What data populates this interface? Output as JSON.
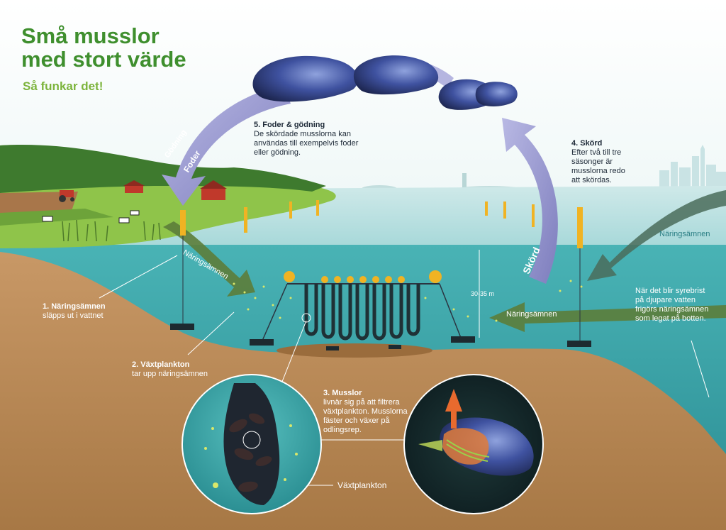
{
  "title_line1": "Små musslor",
  "title_line2": "med stort värde",
  "subtitle": "Så funkar det!",
  "steps": {
    "s1": {
      "heading": "1. Näringsämnen",
      "text": "släpps ut i vattnet"
    },
    "s2": {
      "heading": "2. Växtplankton",
      "text": "tar upp näringsämnen"
    },
    "s3": {
      "heading": "3. Musslor",
      "line1": "livnär sig på att filtrera",
      "line2": "växtplankton. Musslorna",
      "line3": "fäster och växer på",
      "line4": "odlingsrep."
    },
    "s4": {
      "heading": "4. Skörd",
      "line1": "Efter två till tre",
      "line2": "säsonger är",
      "line3": "musslorna redo",
      "line4": "att skördas."
    },
    "s5": {
      "heading": "5. Foder & gödning",
      "line1": "De skördade musslorna kan",
      "line2": "användas till exempelvis foder",
      "line3": "eller gödning."
    }
  },
  "labels": {
    "fertilizer": "Gödning",
    "feed": "Foder",
    "harvest": "Skörd",
    "nutrients_left": "Näringsämnen",
    "nutrients_mid": "Näringsämnen",
    "nutrients_right": "Näringsämnen",
    "depth": "30-35 m",
    "phytoplankton": "Växtplankton"
  },
  "bottom_note": {
    "line1": "När det blir syrebrist",
    "line2": "på djupare vatten",
    "line3": "frigörs näringsämnen",
    "line4": "som legat på botten."
  },
  "colors": {
    "title_green": "#3f8f2e",
    "subtitle_green": "#7cb43c",
    "sky": "#dff0ee",
    "water": "#3fa3a8",
    "water_deep": "#2a8e95",
    "seabed": "#b98a5a",
    "arrow_purple": "#8f8fc8",
    "arrow_green": "#5c7d3a",
    "mussel_blue": "#3a4d9a",
    "buoy_yellow": "#f0b323"
  }
}
